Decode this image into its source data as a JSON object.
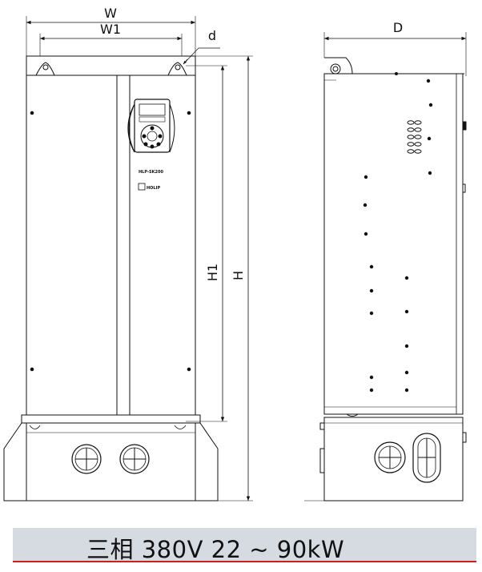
{
  "dimensions": {
    "width": "W",
    "mount_width": "W1",
    "hole": "d",
    "depth": "D",
    "mount_height": "H1",
    "height": "H"
  },
  "front_panel": {
    "model": "HLP-SK200",
    "brand": "HOLIP"
  },
  "caption": {
    "text": "三相 380V 22 ~ 90kW",
    "accent_color": "#cc2020",
    "background_color": "#d6dbe1"
  }
}
